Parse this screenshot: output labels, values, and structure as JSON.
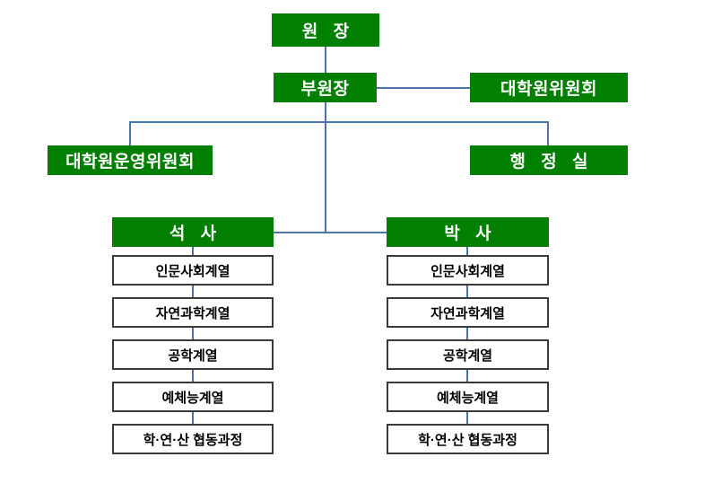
{
  "chart": {
    "title_node": {
      "label": "원  장"
    },
    "vice_node": {
      "label": "부원장"
    },
    "committee_node": {
      "label": "대학원위원회"
    },
    "steering_node": {
      "label": "대학원운영위원회"
    },
    "admin_node": {
      "label": "행 정 실"
    },
    "degrees": [
      {
        "label": "석  사",
        "fields": [
          "인문사회계열",
          "자연과학계열",
          "공학계열",
          "예체능계열",
          "학·연·산 협동과정"
        ]
      },
      {
        "label": "박  사",
        "fields": [
          "인문사회계열",
          "자연과학계열",
          "공학계열",
          "예체능계열",
          "학·연·산 협동과정"
        ]
      }
    ],
    "colors": {
      "node_green": "#007F00",
      "connector": "#4A76A8",
      "plain_border": "#3A3A3A",
      "node_text": "#FFFFFF",
      "plain_text": "#000000",
      "background": "#FFFFFF"
    }
  }
}
